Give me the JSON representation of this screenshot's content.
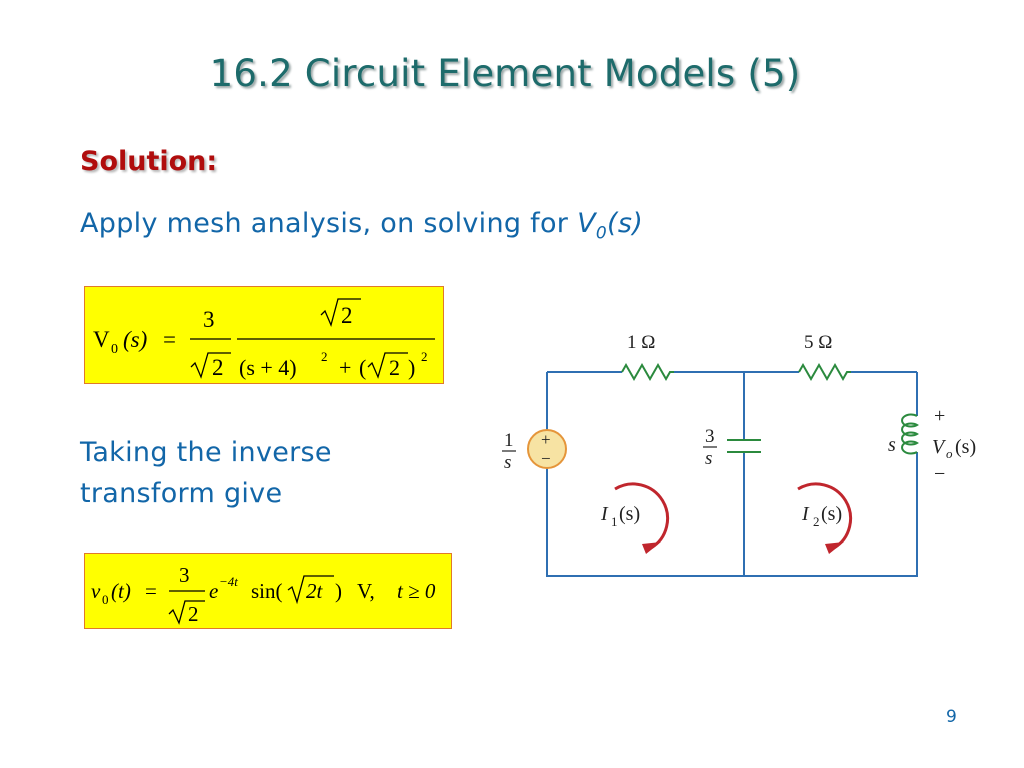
{
  "slide": {
    "title": "16.2 Circuit Element Models (5)",
    "solution_label": "Solution:",
    "intro_text": "Apply mesh analysis, on solving for ",
    "intro_var_main": "V",
    "intro_var_sub": "0",
    "intro_var_arg": "(s)",
    "inverse_text": "Taking the inverse transform give",
    "page_number": "9"
  },
  "equation1": {
    "lhs_main": "V",
    "lhs_sub": "0",
    "lhs_arg": "(s)",
    "equals": "=",
    "coef_num": "3",
    "coef_den_radicand": "2",
    "num_radicand": "2",
    "den_part1": "(s + 4)",
    "den_exp1": "2",
    "den_plus": "+",
    "den_part2_radicand": "2",
    "den_exp2": "2"
  },
  "equation2": {
    "lhs_main": "v",
    "lhs_sub": "0",
    "lhs_arg": "(t)",
    "equals": "=",
    "coef_num": "3",
    "coef_den_radicand": "2",
    "exp_base": "e",
    "exp_power": "−4t",
    "sin_prefix": "sin(",
    "sin_radicand": "2t",
    "sin_suffix": ")",
    "unit": "V,",
    "condition": "t ≥ 0"
  },
  "circuit": {
    "r1_label": "1 Ω",
    "r2_label": "5 Ω",
    "source_num": "1",
    "source_den": "s",
    "source_plus": "+",
    "source_minus": "−",
    "cap_num": "3",
    "cap_den": "s",
    "inductor_label": "s",
    "vout_plus": "+",
    "vout_minus": "−",
    "vout_main": "V",
    "vout_sub": "o",
    "vout_arg": "(s)",
    "mesh1_main": "I",
    "mesh1_sub": "1",
    "mesh1_arg": "(s)",
    "mesh2_main": "I",
    "mesh2_sub": "2",
    "mesh2_arg": "(s)",
    "wire_color": "#2f6fb2",
    "component_color": "#2b8a3e",
    "source_fill": "#f7e3a3",
    "source_border": "#e5953a",
    "arrow_color": "#c0262d"
  },
  "colors": {
    "title": "#1d6b6b",
    "solution": "#b00d0d",
    "body_text": "#1266a8",
    "equation_bg": "#ffff00",
    "equation_border": "#e07a2a"
  }
}
